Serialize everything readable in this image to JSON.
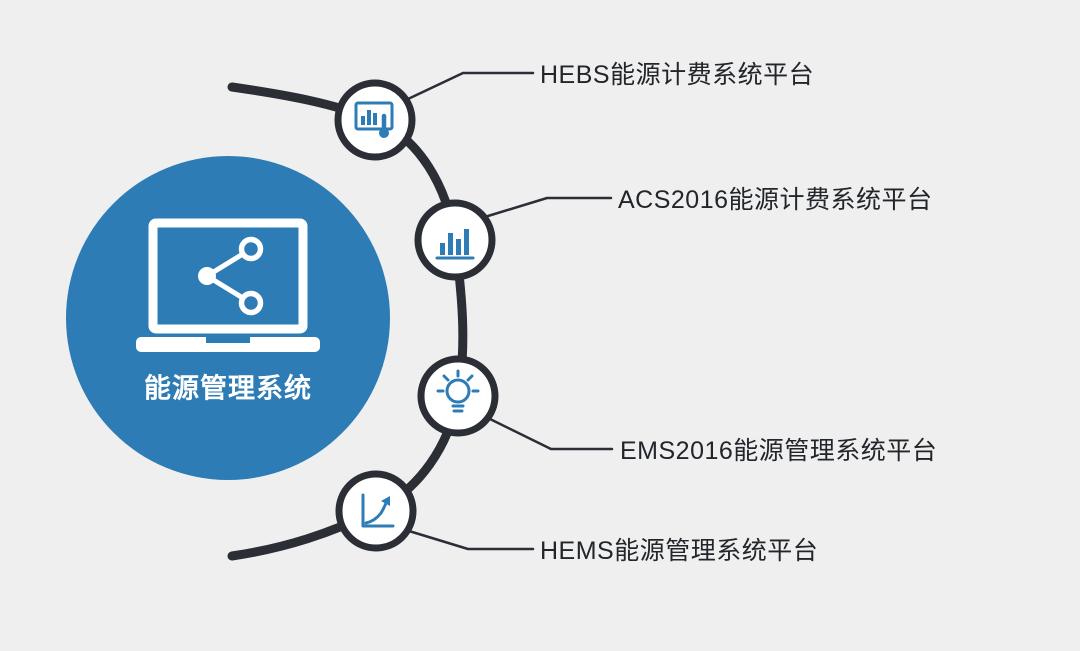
{
  "colors": {
    "background": "#efeff0",
    "accent_blue": "#2e7cb5",
    "line_dark": "#2b2e35",
    "text_dark": "#222529",
    "node_fill": "#ffffff",
    "hub_text": "#ffffff"
  },
  "hub": {
    "label": "能源管理系统",
    "icon": "laptop-share-icon"
  },
  "nodes": [
    {
      "label": "HEBS能源计费系统平台",
      "icon": "touch-screen-chart-icon"
    },
    {
      "label": "ACS2016能源计费系统平台",
      "icon": "bar-chart-icon"
    },
    {
      "label": "EMS2016能源管理系统平台",
      "icon": "lightbulb-icon"
    },
    {
      "label": "HEMS能源管理系统平台",
      "icon": "growth-curve-icon"
    }
  ]
}
